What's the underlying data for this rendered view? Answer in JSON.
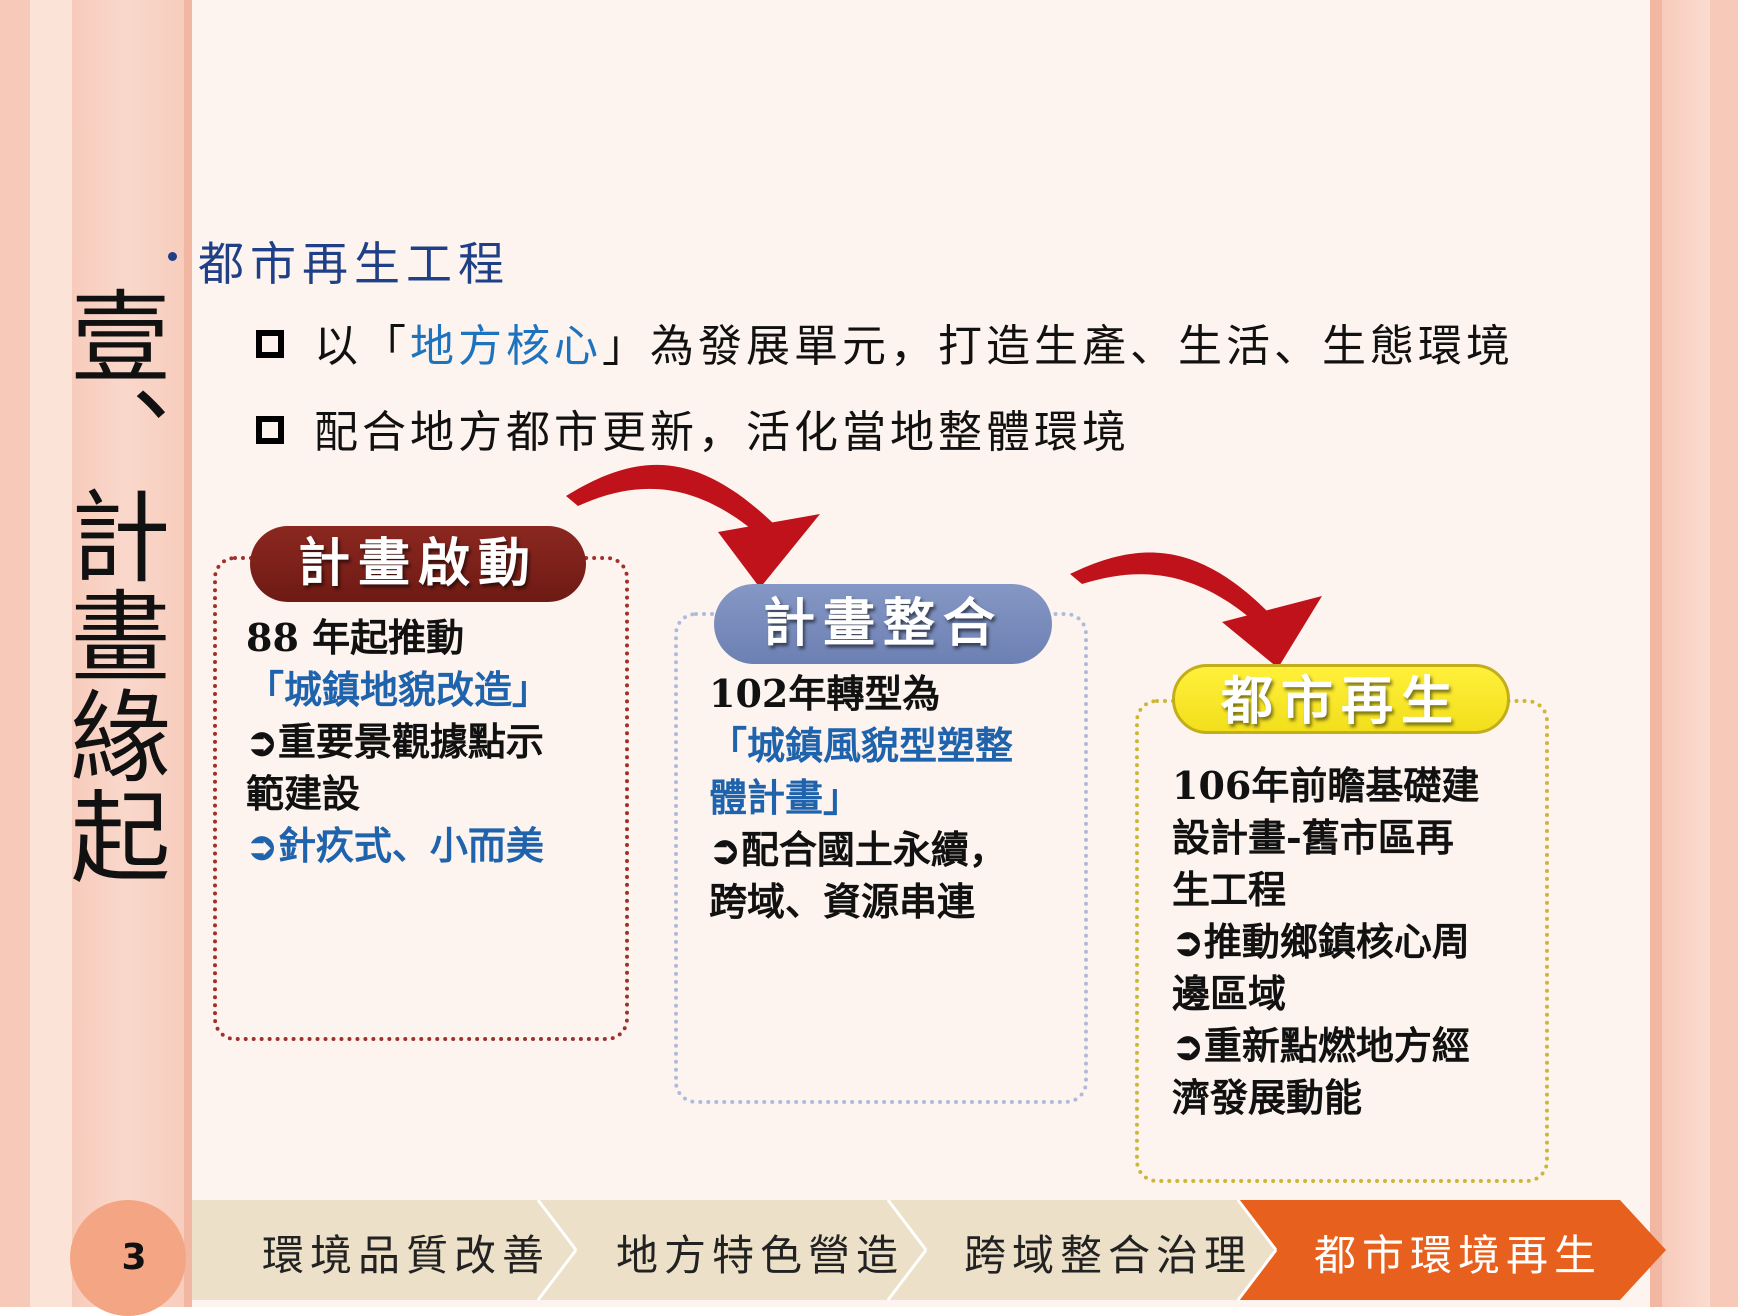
{
  "side_title": "壹、計畫緣起",
  "heading": "都市再生工程",
  "subpoints": {
    "first": {
      "before": "以「",
      "highlight": "地方核心",
      "after": "」為發展單元，打造生產、生活、生態環境"
    },
    "second": "配合地方都市更新，活化當地整體環境"
  },
  "stages": [
    {
      "title": "計畫啟動",
      "lines": [
        "88 年起推動",
        "「城鎮地貌改造」",
        "➲重要景觀據點示",
        "範建設",
        "➲針疚式、小而美"
      ]
    },
    {
      "title": "計畫整合",
      "lines": [
        "102年轉型為",
        "「城鎮風貌型塑整",
        "體計畫」",
        "➲配合國土永續，",
        "跨域、資源串連"
      ]
    },
    {
      "title": "都市再生",
      "lines": [
        "106年前瞻基礎建",
        "設計畫-舊市區再",
        "生工程",
        "➲推動鄉鎮核心周",
        "邊區域",
        "➲重新點燃地方經",
        "濟發展動能"
      ]
    }
  ],
  "process_steps": [
    "環境品質改善",
    "地方特色營造",
    "跨域整合治理",
    "都市環境再生"
  ],
  "page_number": "3",
  "colors": {
    "heading_blue": "#1f3f86",
    "highlight_blue": "#1e73be",
    "stage1": "#7c211a",
    "stage2": "#7a8cbd",
    "stage3": "#f7e62a",
    "arrow_red": "#c0121b",
    "process_active": "#e8601e",
    "process_inactive": "#ece0c8"
  }
}
